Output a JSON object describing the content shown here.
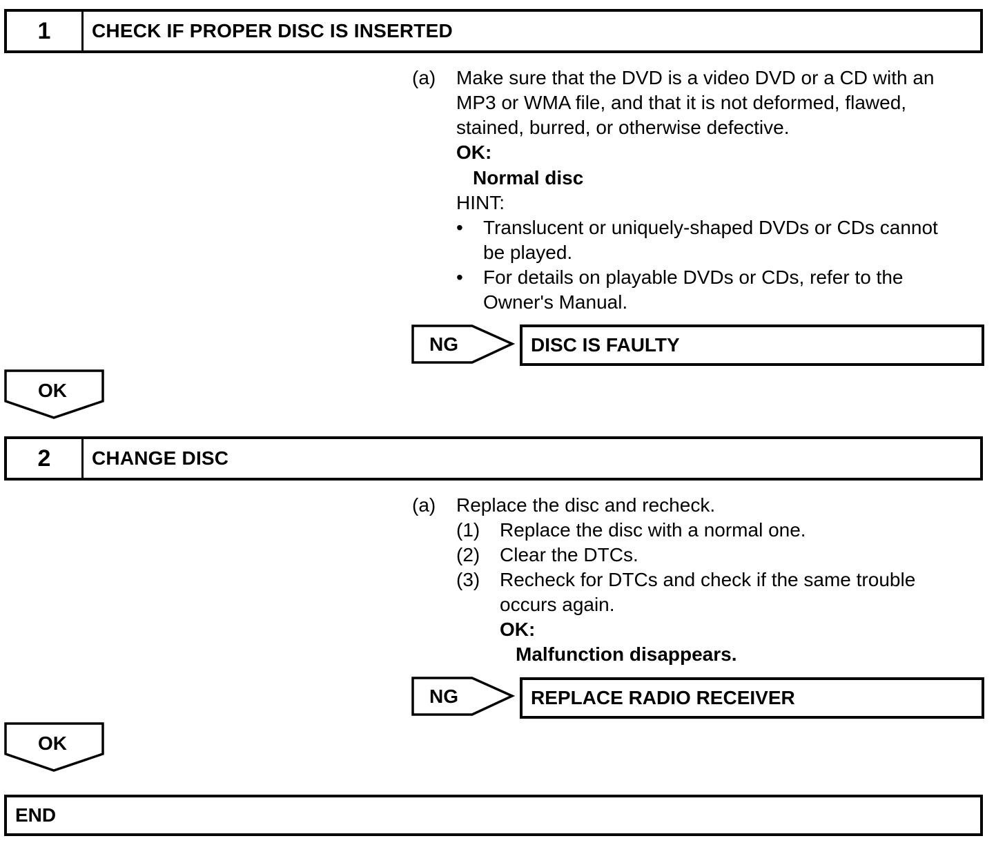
{
  "step1": {
    "number": "1",
    "title": "CHECK IF PROPER DISC IS INSERTED",
    "item_label": "(a)",
    "item_lines": [
      "Make sure that the DVD is a video DVD or a CD with an",
      "MP3 or WMA file, and that it is not deformed, flawed,",
      "stained, burred, or otherwise defective."
    ],
    "ok_label": "OK:",
    "ok_value": "Normal disc",
    "hint_label": "HINT:",
    "bullet_symbol": "•",
    "bullets": [
      {
        "line1": "Translucent or uniquely-shaped DVDs or CDs cannot",
        "line2": "be played."
      },
      {
        "line1": "For details on playable DVDs or CDs, refer to the",
        "line2": "Owner's Manual."
      }
    ],
    "ng_label": "NG",
    "ng_result": "DISC IS FAULTY",
    "ok_arrow_label": "OK"
  },
  "step2": {
    "number": "2",
    "title": "CHANGE DISC",
    "item_label": "(a)",
    "item_text": "Replace the disc and recheck.",
    "subitems": [
      {
        "label": "(1)",
        "line1": "Replace the disc with a normal one.",
        "line2": ""
      },
      {
        "label": "(2)",
        "line1": "Clear the DTCs.",
        "line2": ""
      },
      {
        "label": "(3)",
        "line1": "Recheck for DTCs and check if the same trouble",
        "line2": "occurs again."
      }
    ],
    "ok_label": "OK:",
    "ok_value": "Malfunction disappears.",
    "ng_label": "NG",
    "ng_result": "REPLACE RADIO RECEIVER",
    "ok_arrow_label": "OK"
  },
  "end_label": "END"
}
